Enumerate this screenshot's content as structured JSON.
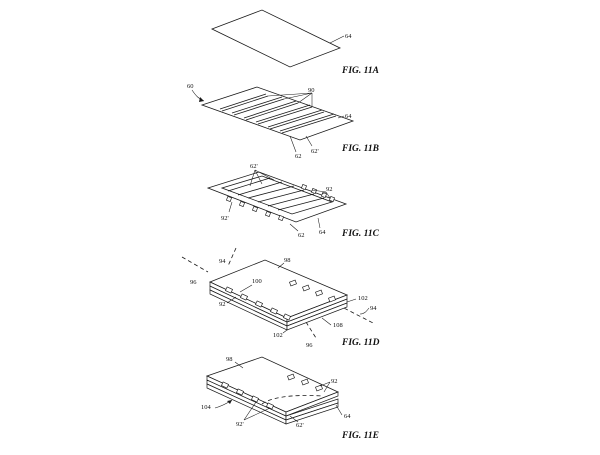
{
  "figures": [
    {
      "id": "11A",
      "caption": "FIG. 11A",
      "refs": {
        "sheet": "64"
      }
    },
    {
      "id": "11B",
      "caption": "FIG. 11B",
      "refs": {
        "assembly": "60",
        "traces": "90",
        "sheet": "64",
        "strip": "62",
        "strip_prime": "62'"
      }
    },
    {
      "id": "11C",
      "caption": "FIG. 11C",
      "refs": {
        "strip_prime": "62'",
        "pads_right": "92",
        "pads_left": "92'",
        "strip": "62",
        "sheet": "64"
      }
    },
    {
      "id": "11D",
      "caption": "FIG. 11D",
      "refs": {
        "top": "98",
        "fold_line_left": "94",
        "fold_line_left_2": "96",
        "layer": "100",
        "pads": "92",
        "edge_right": "102",
        "fold_line_right": "94",
        "edge": "108",
        "edge_left": "102",
        "fold_line_bottom": "96"
      }
    },
    {
      "id": "11E",
      "caption": "FIG. 11E",
      "refs": {
        "top": "98",
        "pads_right": "92",
        "device": "104",
        "pads_left": "92'",
        "strip_prime": "62'",
        "sheet": "64"
      }
    }
  ]
}
